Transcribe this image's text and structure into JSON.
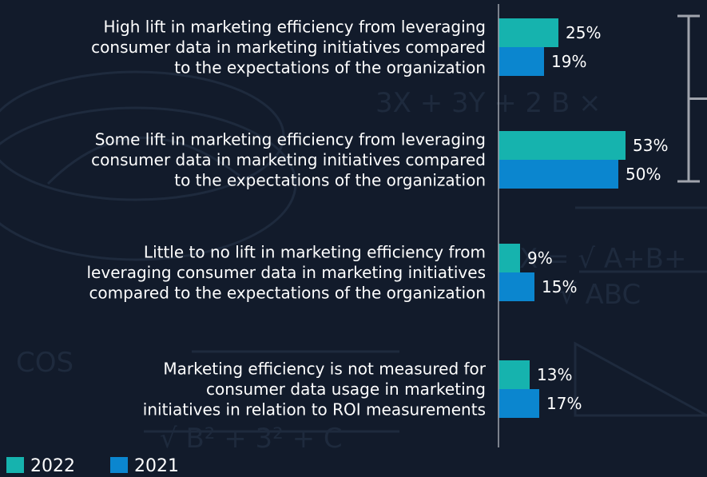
{
  "chart_data": {
    "type": "bar",
    "orientation": "horizontal",
    "categories": [
      "High lift in marketing efficiency from leveraging consumer data in marketing initiatives compared to the expectations of the organization",
      "Some lift in marketing efficiency from leveraging consumer data in marketing initiatives compared to the expectations of the organization",
      "Little to no lift in marketing efficiency from leveraging consumer data in marketing initiatives compared to the expectations of the organization",
      "Marketing efficiency is not measured for consumer data usage in marketing initiatives in relation to ROI measurements"
    ],
    "category_lines": [
      [
        "High lift in marketing efficiency from leveraging",
        "consumer data in marketing initiatives compared",
        "to the expectations of the organization"
      ],
      [
        "Some lift in marketing efficiency from leveraging",
        "consumer data in marketing initiatives compared",
        "to the expectations of the organization"
      ],
      [
        "Little to no lift in marketing efficiency from",
        "leveraging consumer data in marketing initiatives",
        "compared to the expectations of the organization"
      ],
      [
        "Marketing efficiency is not measured for",
        "consumer data usage in marketing",
        "initiatives in relation to ROI measurements"
      ]
    ],
    "series": [
      {
        "name": "2022",
        "color": "#16b3ae",
        "values": [
          25,
          53,
          9,
          13
        ]
      },
      {
        "name": "2021",
        "color": "#0b86cf",
        "values": [
          19,
          50,
          15,
          17
        ]
      }
    ],
    "value_suffix": "%",
    "xlim": [
      0,
      100
    ],
    "grid": false,
    "legend_position": "bottom-left",
    "bracket_groups": [
      [
        0,
        1
      ]
    ]
  }
}
